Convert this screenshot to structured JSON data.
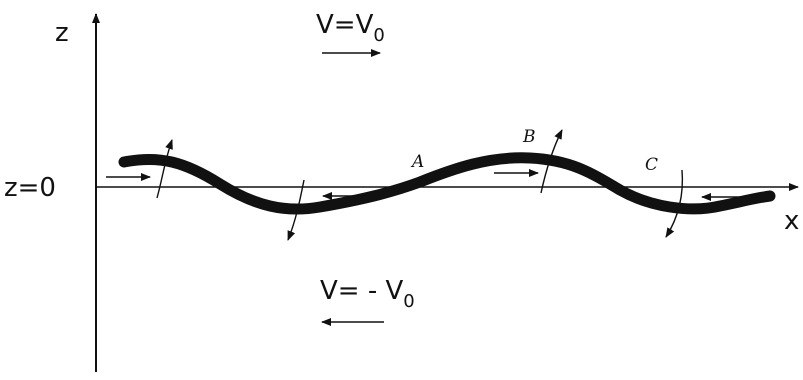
{
  "axes": {
    "z_label": "z",
    "x_label": "x",
    "origin_label": "z=0"
  },
  "flow_top": {
    "main": "V=V",
    "sub": "0"
  },
  "flow_bottom": {
    "main": "V= - V",
    "sub": "0"
  },
  "points": {
    "a": "A",
    "b": "B",
    "c": "C"
  },
  "colors": {
    "ink": "#111111",
    "background": "#ffffff"
  }
}
